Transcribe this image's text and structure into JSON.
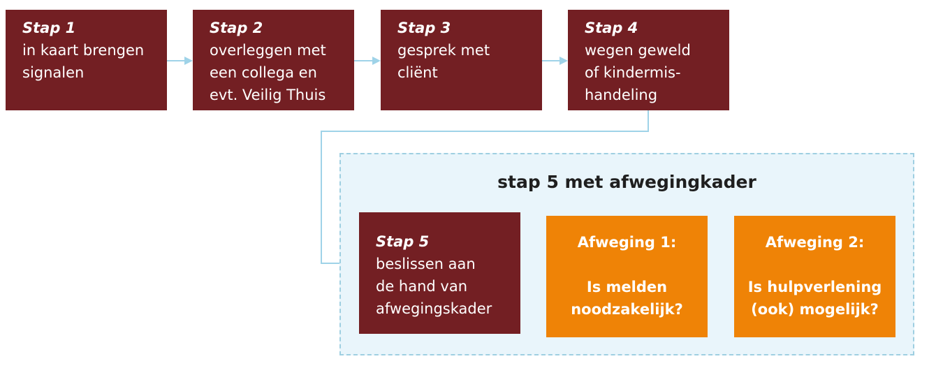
{
  "steps": [
    {
      "title": "Stap 1",
      "lines": [
        "in kaart brengen",
        "signalen"
      ]
    },
    {
      "title": "Stap 2",
      "lines": [
        "overleggen met",
        "een collega en",
        "evt. Veilig Thuis"
      ]
    },
    {
      "title": "Stap 3",
      "lines": [
        "gesprek met",
        "cliënt"
      ]
    },
    {
      "title": "Stap 4",
      "lines": [
        "wegen geweld",
        "of kindermis-",
        "handeling"
      ]
    }
  ],
  "group": {
    "title": "stap 5 met afwegingkader",
    "step5": {
      "title": "Stap 5",
      "lines": [
        "beslissen aan",
        "de hand van",
        "afwegingskader"
      ]
    },
    "afweging1": {
      "title": "Afweging 1:",
      "lines": [
        "Is melden",
        "noodzakelijk?"
      ]
    },
    "afweging2": {
      "title": "Afweging 2:",
      "lines": [
        "Is hulpverlening",
        "(ook) mogelijk?"
      ]
    }
  },
  "colors": {
    "step_box": "#731f23",
    "decision_box": "#ef8306",
    "connector": "#9fd3e8",
    "group_fill": "#e9f5fb",
    "group_border": "#9fcfe1"
  }
}
